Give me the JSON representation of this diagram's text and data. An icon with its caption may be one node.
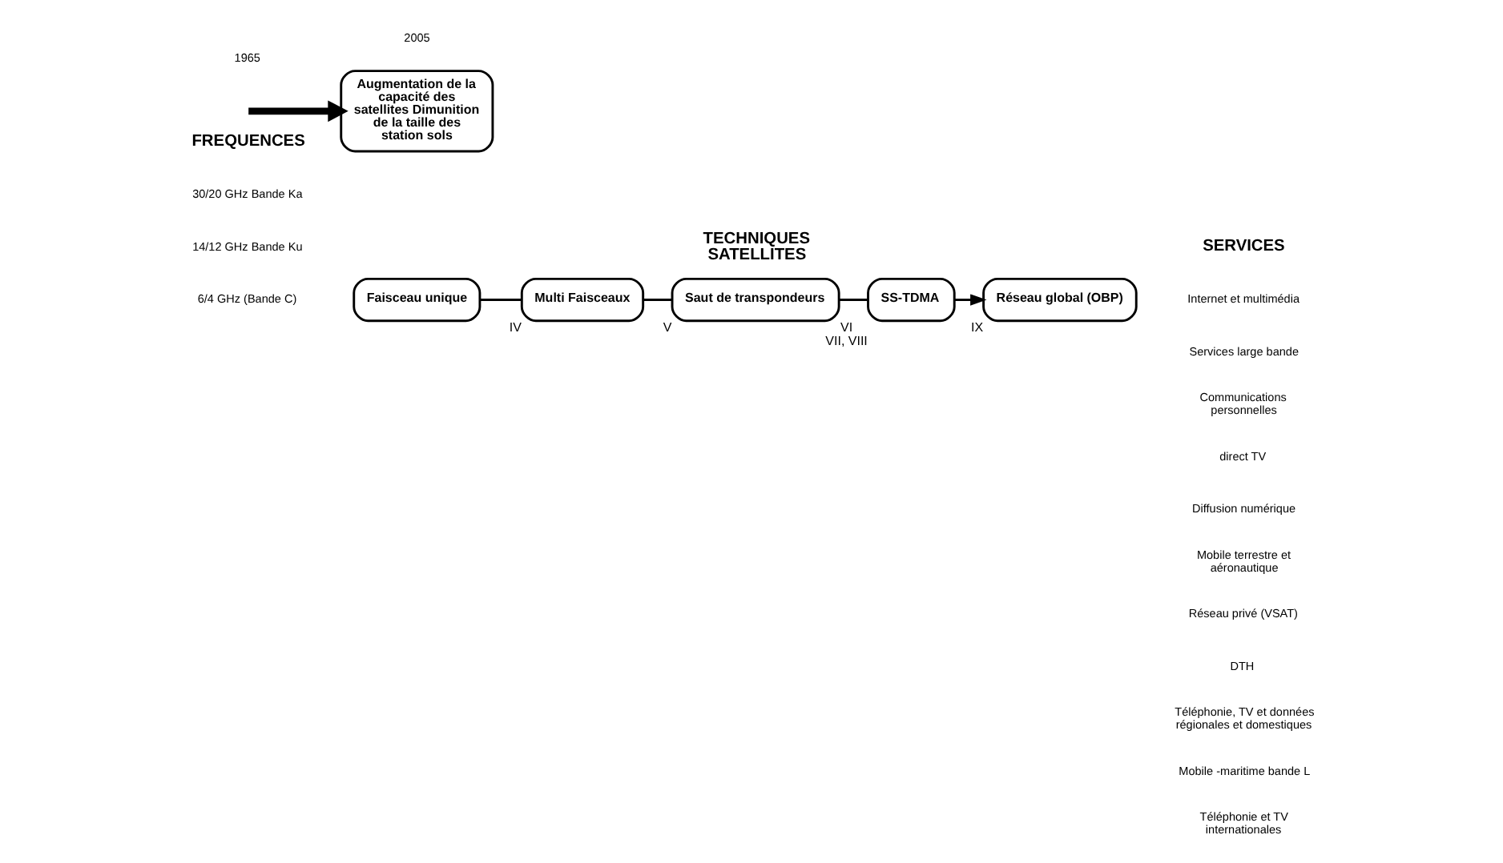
{
  "diagram": {
    "nodes": [
      {
        "text": [
          "Faisceau unique"
        ]
      },
      {
        "text": [
          "Multi Faisceaux"
        ],
        "beside": [
          "IV"
        ]
      },
      {
        "text": [
          "Saut de transpondeurs"
        ],
        "beside": [
          "V"
        ]
      },
      {
        "text": [
          "SS-TDMA"
        ],
        "beside": [
          "VI",
          "VII, VIII"
        ]
      },
      {
        "text": [
          "Réseau global (OBP)"
        ],
        "beside": [
          "IX"
        ]
      },
      {
        "text": [
          "Augmentation de la capacité des satellites Dimunition de la taille des station sols"
        ]
      }
    ],
    "edges": [
      {
        "from": 0,
        "to": 1,
        "arrow": "none"
      },
      {
        "from": 1,
        "to": 2,
        "arrow": "none"
      },
      {
        "from": 2,
        "to": 3,
        "arrow": "none"
      },
      {
        "from": 3,
        "to": 4,
        "arrow": "to"
      },
      {
        "from": null,
        "to": 5,
        "arrow": "to",
        "style": "thick"
      }
    ],
    "labels": [
      "FREQUENCES",
      "TECHNIQUES SATELLITES",
      "SERVICES",
      "30/20 GHz Bande Ka",
      "Internet et multimédia",
      "Services large bande",
      "Communications personnelles",
      "direct TV",
      "Diffusion numérique",
      "Mobile terrestre et aéronautique",
      "14/12 GHz Bande Ku",
      "Réseau privé (VSAT)",
      "DTH",
      "Téléphonie, TV et données régionales et domestiques",
      "6/4 GHz (Bande C)",
      "Mobile -maritime bande L",
      "Téléphonie et TV internationales",
      "1965",
      "2005"
    ]
  }
}
